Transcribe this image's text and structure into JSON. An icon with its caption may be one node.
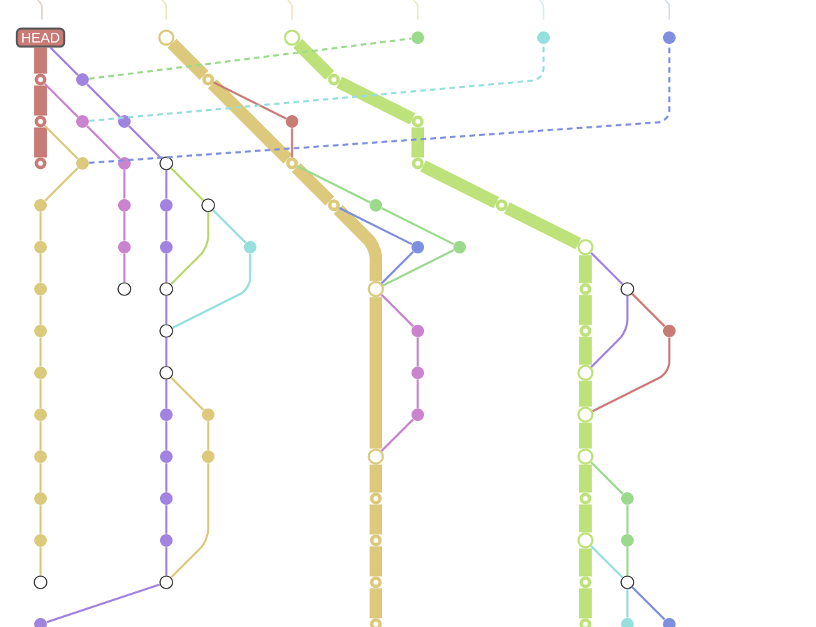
{
  "diagram": {
    "nodes": [
      {
        "text": [
          "HEAD"
        ]
      },
      {
        "text": [],
        "shape": "circle"
      },
      {
        "text": [],
        "shape": "circle"
      },
      {
        "text": [],
        "shape": "circle"
      },
      {
        "text": [],
        "shape": "circle"
      },
      {
        "text": [],
        "shape": "circle"
      },
      {
        "text": [],
        "shape": "circle"
      },
      {
        "text": [],
        "shape": "circle"
      },
      {
        "text": [],
        "shape": "circle"
      },
      {
        "text": [],
        "shape": "circle"
      },
      {
        "text": [],
        "shape": "circle"
      },
      {
        "text": [],
        "shape": "circle"
      },
      {
        "text": [],
        "shape": "circle"
      },
      {
        "text": [],
        "shape": "circle"
      },
      {
        "text": [],
        "shape": "circle"
      },
      {
        "text": [],
        "shape": "circle"
      },
      {
        "text": [],
        "shape": "circle"
      },
      {
        "text": [],
        "shape": "circle"
      },
      {
        "text": [],
        "shape": "circle"
      },
      {
        "text": [],
        "shape": "circle"
      },
      {
        "text": [],
        "shape": "circle"
      },
      {
        "text": [],
        "shape": "circle"
      },
      {
        "text": [],
        "shape": "circle"
      },
      {
        "text": [],
        "shape": "circle"
      },
      {
        "text": [],
        "shape": "circle"
      },
      {
        "text": [],
        "shape": "circle"
      },
      {
        "text": [],
        "shape": "circle"
      },
      {
        "text": [],
        "shape": "circle"
      },
      {
        "text": [],
        "shape": "circle"
      },
      {
        "text": [],
        "shape": "circle"
      },
      {
        "text": [],
        "shape": "circle"
      },
      {
        "text": [],
        "shape": "circle"
      },
      {
        "text": [],
        "shape": "circle"
      },
      {
        "text": [],
        "shape": "circle"
      },
      {
        "text": [],
        "shape": "circle"
      },
      {
        "text": [],
        "shape": "circle"
      },
      {
        "text": [],
        "shape": "circle"
      },
      {
        "text": [],
        "shape": "circle"
      },
      {
        "text": [],
        "shape": "circle"
      },
      {
        "text": [],
        "shape": "circle"
      },
      {
        "text": [],
        "shape": "circle"
      },
      {
        "text": [],
        "shape": "circle"
      },
      {
        "text": [],
        "shape": "circle"
      },
      {
        "text": [],
        "shape": "circle"
      },
      {
        "text": [],
        "shape": "circle"
      },
      {
        "text": [],
        "shape": "circle"
      },
      {
        "text": [],
        "shape": "circle"
      },
      {
        "text": [],
        "shape": "circle"
      },
      {
        "text": [],
        "shape": "circle"
      },
      {
        "text": [],
        "shape": "circle"
      },
      {
        "text": [],
        "shape": "circle"
      },
      {
        "text": [],
        "shape": "circle"
      },
      {
        "text": [],
        "shape": "circle"
      },
      {
        "text": [],
        "shape": "circle"
      },
      {
        "text": [],
        "shape": "circle"
      },
      {
        "text": [],
        "shape": "circle"
      },
      {
        "text": [],
        "shape": "circle"
      },
      {
        "text": [],
        "shape": "circle"
      },
      {
        "text": [],
        "shape": "circle"
      },
      {
        "text": [],
        "shape": "circle"
      },
      {
        "text": [],
        "shape": "circle"
      },
      {
        "text": [],
        "shape": "circle"
      },
      {
        "text": [],
        "shape": "circle"
      },
      {
        "text": [],
        "shape": "circle"
      },
      {
        "text": [],
        "shape": "circle"
      },
      {
        "text": [],
        "shape": "circle"
      },
      {
        "text": [],
        "shape": "circle"
      },
      {
        "text": [],
        "shape": "circle"
      },
      {
        "text": [],
        "shape": "circle"
      },
      {
        "text": [],
        "shape": "circle"
      },
      {
        "text": [],
        "shape": "circle"
      },
      {
        "text": [],
        "shape": "circle"
      },
      {
        "text": [],
        "shape": "circle"
      },
      {
        "text": [],
        "shape": "circle"
      },
      {
        "text": [],
        "shape": "circle"
      },
      {
        "text": [],
        "shape": "circle"
      },
      {
        "text": [],
        "shape": "circle"
      },
      {
        "text": [],
        "shape": "circle"
      },
      {
        "text": [],
        "shape": "circle"
      },
      {
        "text": [],
        "shape": "circle"
      }
    ],
    "edges": [
      {
        "from": 0,
        "to": 6,
        "arrow": "none",
        "style": "thick",
        "color": "#c97b76"
      },
      {
        "from": 6,
        "to": 10,
        "arrow": "none",
        "style": "thick",
        "color": "#c97b76"
      },
      {
        "from": 10,
        "to": 15,
        "arrow": "none",
        "style": "thick",
        "color": "#c97b76"
      },
      {
        "from": 0,
        "to": 7,
        "arrow": "none",
        "color": "#a183e0"
      },
      {
        "from": 7,
        "to": 12,
        "arrow": "none",
        "color": "#a183e0"
      },
      {
        "from": 12,
        "to": 18,
        "arrow": "none",
        "color": "#a183e0"
      },
      {
        "from": 6,
        "to": 11,
        "arrow": "none",
        "color": "#c983cf"
      },
      {
        "from": 11,
        "to": 17,
        "arrow": "none",
        "color": "#c983cf"
      },
      {
        "from": 17,
        "to": 22,
        "arrow": "none",
        "color": "#c983cf"
      },
      {
        "from": 22,
        "to": 29,
        "arrow": "none",
        "color": "#c983cf"
      },
      {
        "from": 29,
        "to": 36,
        "arrow": "none",
        "color": "#c983cf"
      },
      {
        "from": 10,
        "to": 16,
        "arrow": "none",
        "color": "#dcc97c"
      },
      {
        "from": 16,
        "to": 21,
        "arrow": "none",
        "color": "#dcc97c"
      },
      {
        "from": 21,
        "to": 28,
        "arrow": "none",
        "color": "#dcc97c"
      },
      {
        "from": 28,
        "to": 35,
        "arrow": "none",
        "color": "#dcc97c"
      },
      {
        "from": 35,
        "to": 41,
        "arrow": "none",
        "color": "#dcc97c"
      },
      {
        "from": 41,
        "to": 46,
        "arrow": "none",
        "color": "#dcc97c"
      },
      {
        "from": 46,
        "to": 50,
        "arrow": "none",
        "color": "#dcc97c"
      },
      {
        "from": 50,
        "to": 55,
        "arrow": "none",
        "color": "#dcc97c"
      },
      {
        "from": 55,
        "to": 60,
        "arrow": "none",
        "color": "#dcc97c"
      },
      {
        "from": 60,
        "to": 65,
        "arrow": "none",
        "color": "#dcc97c"
      },
      {
        "from": 65,
        "to": 70,
        "arrow": "none",
        "color": "#dcc97c"
      },
      {
        "from": 18,
        "to": 23,
        "arrow": "none",
        "color": "#a183e0"
      },
      {
        "from": 23,
        "to": 30,
        "arrow": "none",
        "color": "#a183e0"
      },
      {
        "from": 30,
        "to": 37,
        "arrow": "none",
        "color": "#a183e0"
      },
      {
        "from": 37,
        "to": 42,
        "arrow": "none",
        "color": "#a183e0"
      },
      {
        "from": 42,
        "to": 47,
        "arrow": "none",
        "color": "#a183e0"
      },
      {
        "from": 47,
        "to": 51,
        "arrow": "none",
        "color": "#a183e0"
      },
      {
        "from": 51,
        "to": 56,
        "arrow": "none",
        "color": "#a183e0"
      },
      {
        "from": 56,
        "to": 61,
        "arrow": "none",
        "color": "#a183e0"
      },
      {
        "from": 61,
        "to": 66,
        "arrow": "none",
        "color": "#a183e0"
      },
      {
        "from": 66,
        "to": 71,
        "arrow": "none",
        "color": "#a183e0"
      },
      {
        "from": 71,
        "to": 75,
        "arrow": "none",
        "color": "#a183e0"
      },
      {
        "from": 18,
        "to": 24,
        "arrow": "none",
        "color": "#bcd66e"
      },
      {
        "from": 24,
        "to": 37,
        "arrow": "none",
        "color": "#bcd66e"
      },
      {
        "from": 24,
        "to": 31,
        "arrow": "none",
        "color": "#95dfdd"
      },
      {
        "from": 31,
        "to": 42,
        "arrow": "none",
        "color": "#95dfdd"
      },
      {
        "from": 47,
        "to": 52,
        "arrow": "none",
        "color": "#dcc97c"
      },
      {
        "from": 52,
        "to": 57,
        "arrow": "none",
        "color": "#dcc97c"
      },
      {
        "from": 57,
        "to": 71,
        "arrow": "none",
        "color": "#dcc97c"
      },
      {
        "from": 1,
        "to": 8,
        "arrow": "none",
        "style": "thick",
        "color": "#dcc97c"
      },
      {
        "from": 8,
        "to": 19,
        "arrow": "none",
        "style": "thick",
        "color": "#dcc97c"
      },
      {
        "from": 19,
        "to": 25,
        "arrow": "none",
        "style": "thick",
        "color": "#dcc97c"
      },
      {
        "from": 25,
        "to": 38,
        "arrow": "none",
        "style": "thick",
        "color": "#dcc97c"
      },
      {
        "from": 38,
        "to": 58,
        "arrow": "none",
        "style": "thick",
        "color": "#dcc97c"
      },
      {
        "from": 58,
        "to": 62,
        "arrow": "none",
        "style": "thick",
        "color": "#dcc97c"
      },
      {
        "from": 62,
        "to": 67,
        "arrow": "none",
        "style": "thick",
        "color": "#dcc97c"
      },
      {
        "from": 67,
        "to": 72,
        "arrow": "none",
        "style": "thick",
        "color": "#dcc97c"
      },
      {
        "from": 72,
        "to": 76,
        "arrow": "none",
        "style": "thick",
        "color": "#dcc97c"
      },
      {
        "from": 8,
        "to": 13,
        "arrow": "none",
        "color": "#c97b76"
      },
      {
        "from": 13,
        "to": 19,
        "arrow": "none",
        "color": "#c97b76"
      },
      {
        "from": 19,
        "to": 26,
        "arrow": "none",
        "color": "#9bda8c"
      },
      {
        "from": 26,
        "to": 33,
        "arrow": "none",
        "color": "#9bda8c"
      },
      {
        "from": 33,
        "to": 38,
        "arrow": "none",
        "color": "#9bda8c"
      },
      {
        "from": 25,
        "to": 32,
        "arrow": "none",
        "color": "#7f8fe0"
      },
      {
        "from": 32,
        "to": 38,
        "arrow": "none",
        "color": "#7f8fe0"
      },
      {
        "from": 38,
        "to": 43,
        "arrow": "none",
        "color": "#c983cf"
      },
      {
        "from": 43,
        "to": 48,
        "arrow": "none",
        "color": "#c983cf"
      },
      {
        "from": 48,
        "to": 53,
        "arrow": "none",
        "color": "#c983cf"
      },
      {
        "from": 53,
        "to": 58,
        "arrow": "none",
        "color": "#c983cf"
      },
      {
        "from": 2,
        "to": 9,
        "arrow": "none",
        "style": "thick",
        "color": "#bde27a"
      },
      {
        "from": 9,
        "to": 14,
        "arrow": "none",
        "style": "thick",
        "color": "#bde27a"
      },
      {
        "from": 14,
        "to": 20,
        "arrow": "none",
        "style": "thick",
        "color": "#bde27a"
      },
      {
        "from": 20,
        "to": 27,
        "arrow": "none",
        "style": "thick",
        "color": "#bde27a"
      },
      {
        "from": 27,
        "to": 34,
        "arrow": "none",
        "style": "thick",
        "color": "#bde27a"
      },
      {
        "from": 34,
        "to": 39,
        "arrow": "none",
        "style": "thick",
        "color": "#bde27a"
      },
      {
        "from": 39,
        "to": 44,
        "arrow": "none",
        "style": "thick",
        "color": "#bde27a"
      },
      {
        "from": 44,
        "to": 49,
        "arrow": "none",
        "style": "thick",
        "color": "#bde27a"
      },
      {
        "from": 49,
        "to": 54,
        "arrow": "none",
        "style": "thick",
        "color": "#bde27a"
      },
      {
        "from": 54,
        "to": 59,
        "arrow": "none",
        "style": "thick",
        "color": "#bde27a"
      },
      {
        "from": 59,
        "to": 63,
        "arrow": "none",
        "style": "thick",
        "color": "#bde27a"
      },
      {
        "from": 63,
        "to": 68,
        "arrow": "none",
        "style": "thick",
        "color": "#bde27a"
      },
      {
        "from": 68,
        "to": 73,
        "arrow": "none",
        "style": "thick",
        "color": "#bde27a"
      },
      {
        "from": 73,
        "to": 77,
        "arrow": "none",
        "style": "thick",
        "color": "#bde27a"
      },
      {
        "from": 34,
        "to": 40,
        "arrow": "none",
        "color": "#a183e0"
      },
      {
        "from": 40,
        "to": 49,
        "arrow": "none",
        "color": "#a183e0"
      },
      {
        "from": 40,
        "to": 45,
        "arrow": "none",
        "color": "#c97b76"
      },
      {
        "from": 45,
        "to": 54,
        "arrow": "none",
        "color": "#c97b76"
      },
      {
        "from": 59,
        "to": 64,
        "arrow": "none",
        "color": "#9bda8c"
      },
      {
        "from": 64,
        "to": 69,
        "arrow": "none",
        "color": "#9bda8c"
      },
      {
        "from": 69,
        "to": 74,
        "arrow": "none",
        "color": "#9bda8c"
      },
      {
        "from": 68,
        "to": 74,
        "arrow": "none",
        "color": "#95dfdd"
      },
      {
        "from": 74,
        "to": 78,
        "arrow": "none",
        "color": "#95dfdd"
      },
      {
        "from": 74,
        "to": 79,
        "arrow": "none",
        "color": "#7f8fe0"
      },
      {
        "from": 7,
        "to": 3,
        "arrow": "none",
        "style": "dashed",
        "color": "#9bda8c"
      },
      {
        "from": 11,
        "to": 4,
        "arrow": "none",
        "style": "dashed",
        "color": "#95dfdd"
      },
      {
        "from": 16,
        "to": 5,
        "arrow": "none",
        "style": "dashed",
        "color": "#7f8fe0"
      }
    ]
  }
}
